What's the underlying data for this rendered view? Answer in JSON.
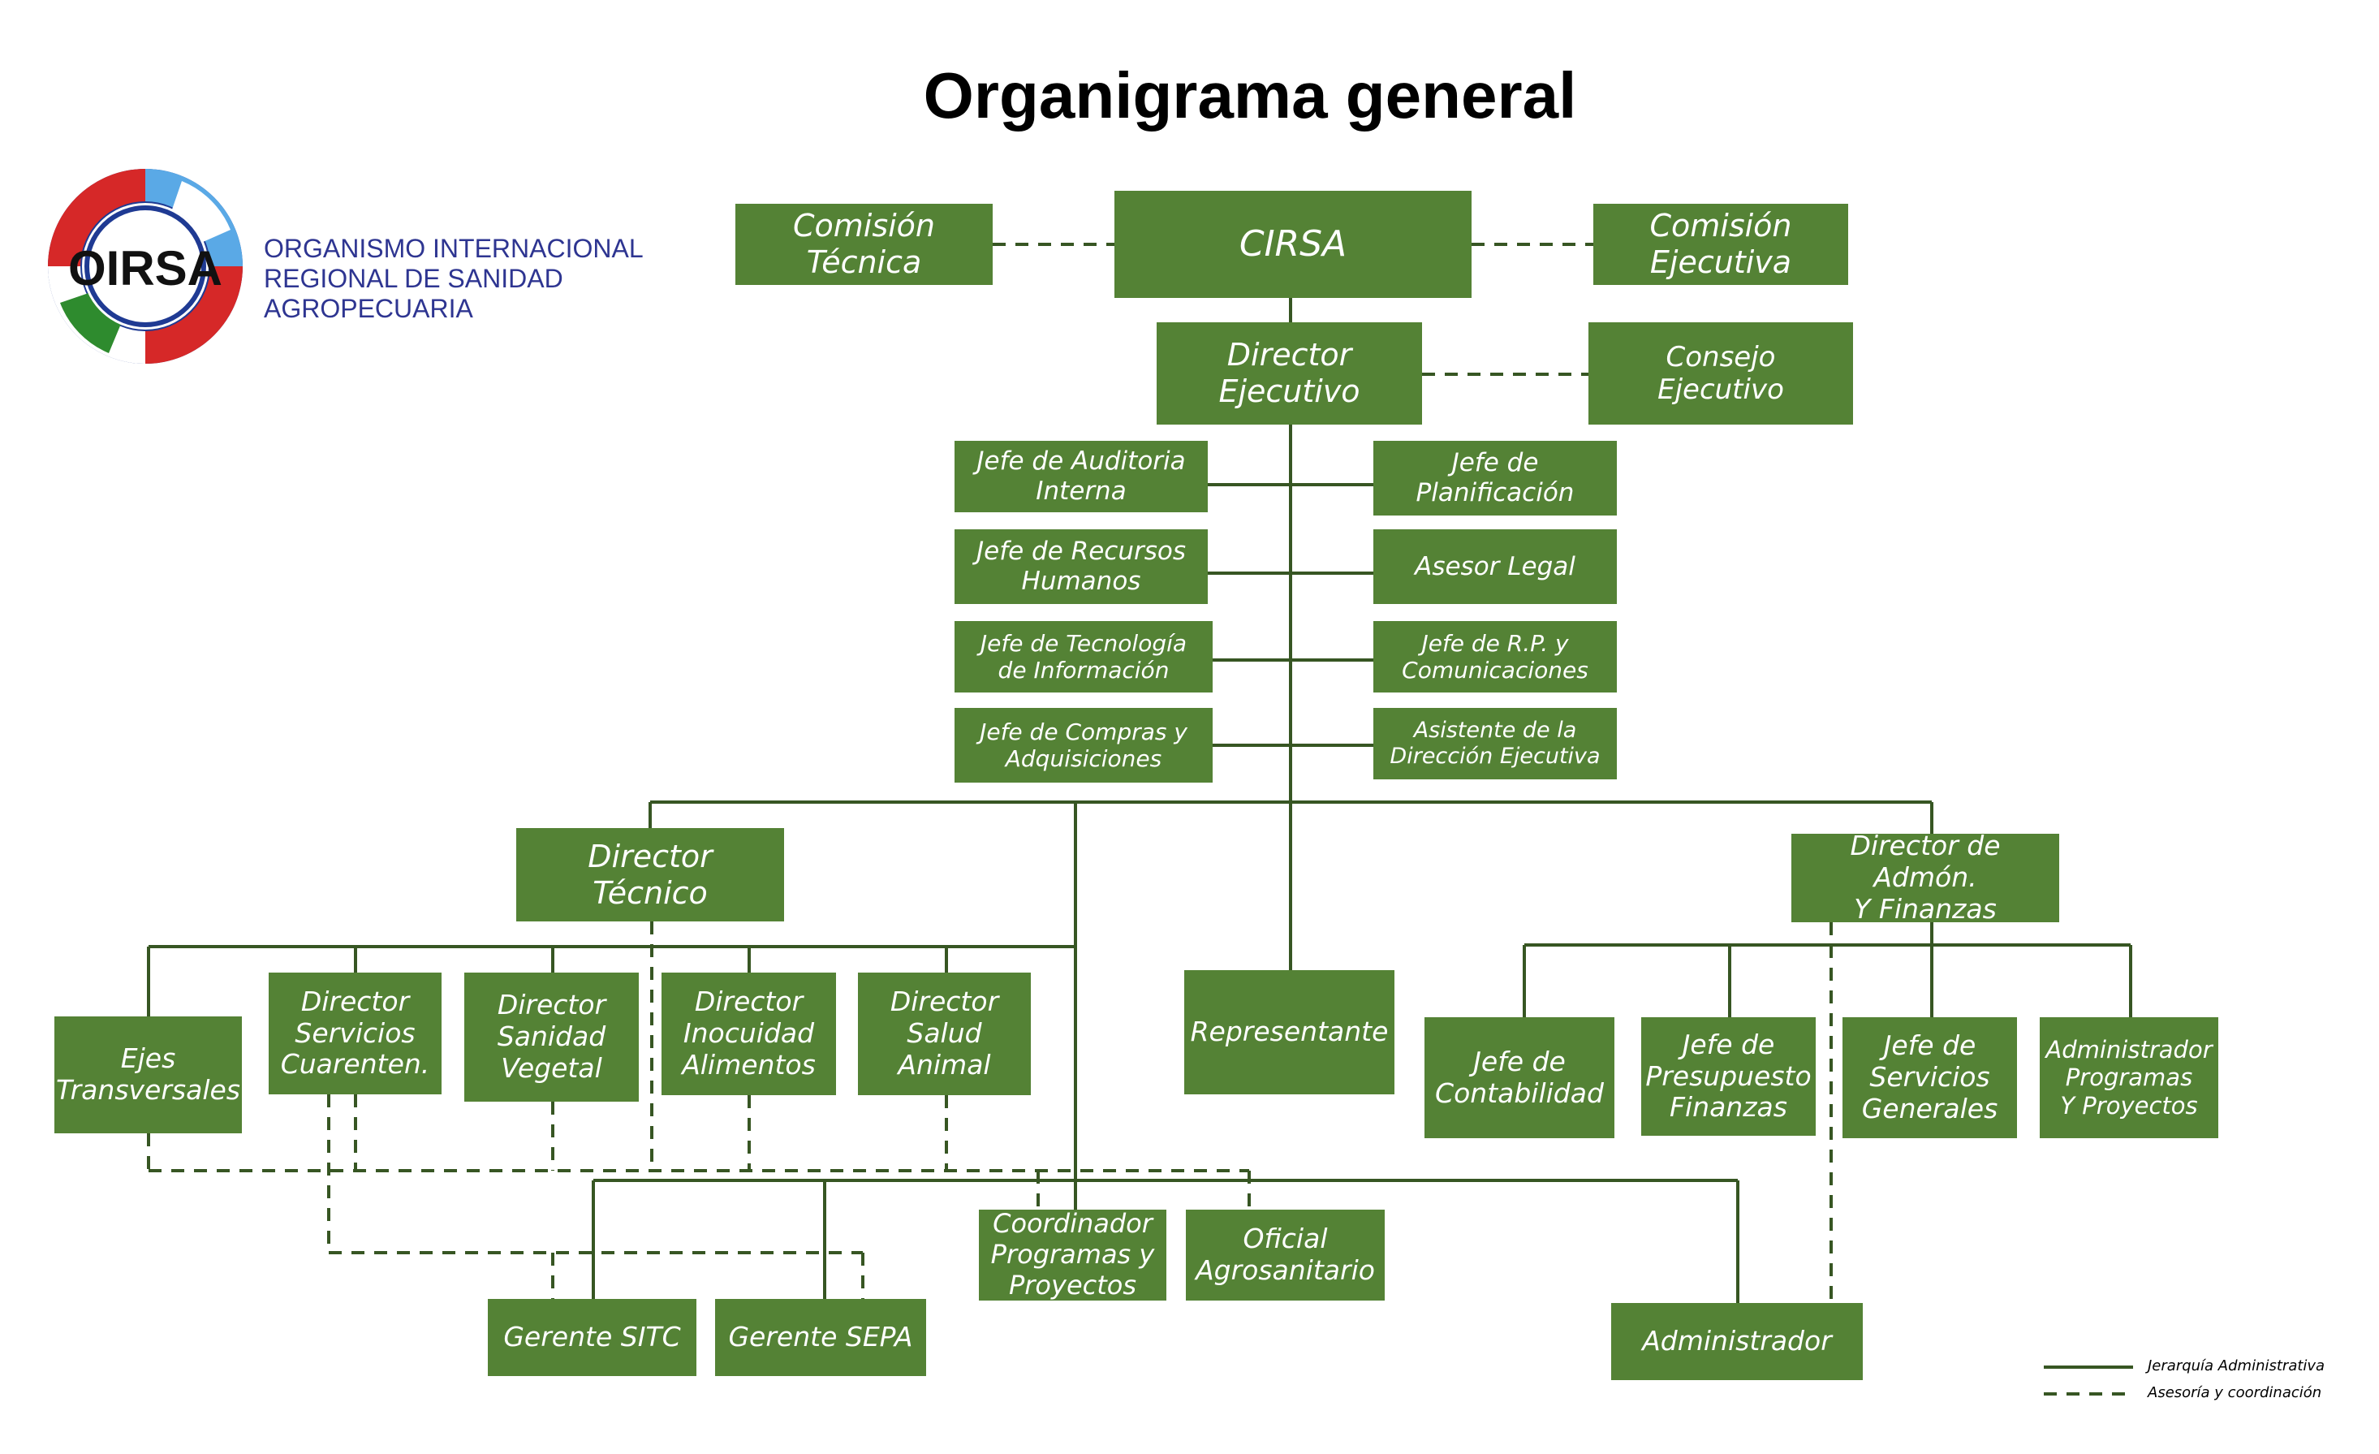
{
  "title": "Organigrama general",
  "organization": {
    "logo_text": "OIRSA",
    "name": "ORGANISMO INTERNACIONAL\nREGIONAL DE SANIDAD\nAGROPECUARIA"
  },
  "colors": {
    "box": "#548235",
    "box_text": "#ffffff",
    "line": "#375623",
    "org_text": "#2e3591"
  },
  "boxes": {
    "comision_tecnica": "Comisión\nTécnica",
    "cirsa": "CIRSA",
    "comision_ejecutiva": "Comisión\nEjecutiva",
    "director_ejecutivo": "Director\nEjecutivo",
    "consejo_ejecutivo": "Consejo\nEjecutivo",
    "jefe_auditoria": "Jefe de Auditoria\nInterna",
    "jefe_planificacion": "Jefe de\nPlanificación",
    "jefe_rrhh": "Jefe de Recursos\nHumanos",
    "asesor_legal": "Asesor Legal",
    "jefe_ti": "Jefe de Tecnología\nde Información",
    "jefe_rp": "Jefe de R.P. y\nComunicaciones",
    "jefe_compras": "Jefe de Compras y\nAdquisiciones",
    "asistente_direccion": "Asistente de la\nDirección Ejecutiva",
    "director_tecnico": "Director\nTécnico",
    "director_admon": "Director de Admón.\nY Finanzas",
    "ejes_transversales": "Ejes\nTransversales",
    "director_cuarentena": "Director\nServicios\nCuarenten.",
    "director_sanidad_vegetal": "Director\nSanidad\nVegetal",
    "director_inocuidad": "Director\nInocuidad\nAlimentos",
    "director_salud_animal": "Director\nSalud\nAnimal",
    "representante": "Representante",
    "jefe_contabilidad": "Jefe de\nContabilidad",
    "jefe_presupuesto": "Jefe de\nPresupuesto\nFinanzas",
    "jefe_servicios_generales": "Jefe de\nServicios\nGenerales",
    "administrador_programas": "Administrador\nProgramas\nY Proyectos",
    "coordinador_programas": "Coordinador\nProgramas y\nProyectos",
    "oficial_agrosanitario": "Oficial\nAgrosanitario",
    "gerente_sitc": "Gerente SITC",
    "gerente_sepa": "Gerente SEPA",
    "administrador": "Administrador"
  },
  "legend": {
    "solid": "Jerarquía Administrativa",
    "dashed": "Asesoría y coordinación"
  }
}
